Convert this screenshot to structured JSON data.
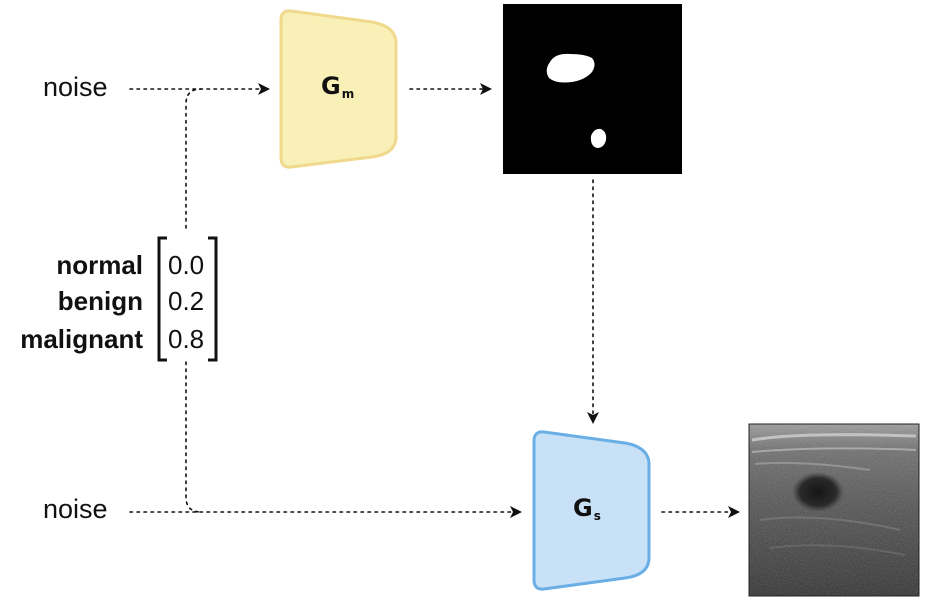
{
  "inputs": {
    "noise_top": "noise",
    "noise_bottom": "noise"
  },
  "condition_vector": {
    "rows": [
      {
        "label": "normal",
        "value": "0.0"
      },
      {
        "label": "benign",
        "value": "0.2"
      },
      {
        "label": "malignant",
        "value": "0.8"
      }
    ]
  },
  "generators": {
    "mask": {
      "letter": "G",
      "subscript": "m",
      "fill": "#f9f0b8",
      "stroke": "#f0d98c"
    },
    "image": {
      "letter": "G",
      "subscript": "s",
      "fill": "#c8e1f7",
      "stroke": "#6aaee6"
    }
  },
  "outputs": {
    "mask_image": "binary-mask-image",
    "ultrasound_image": "ultrasound-image"
  }
}
